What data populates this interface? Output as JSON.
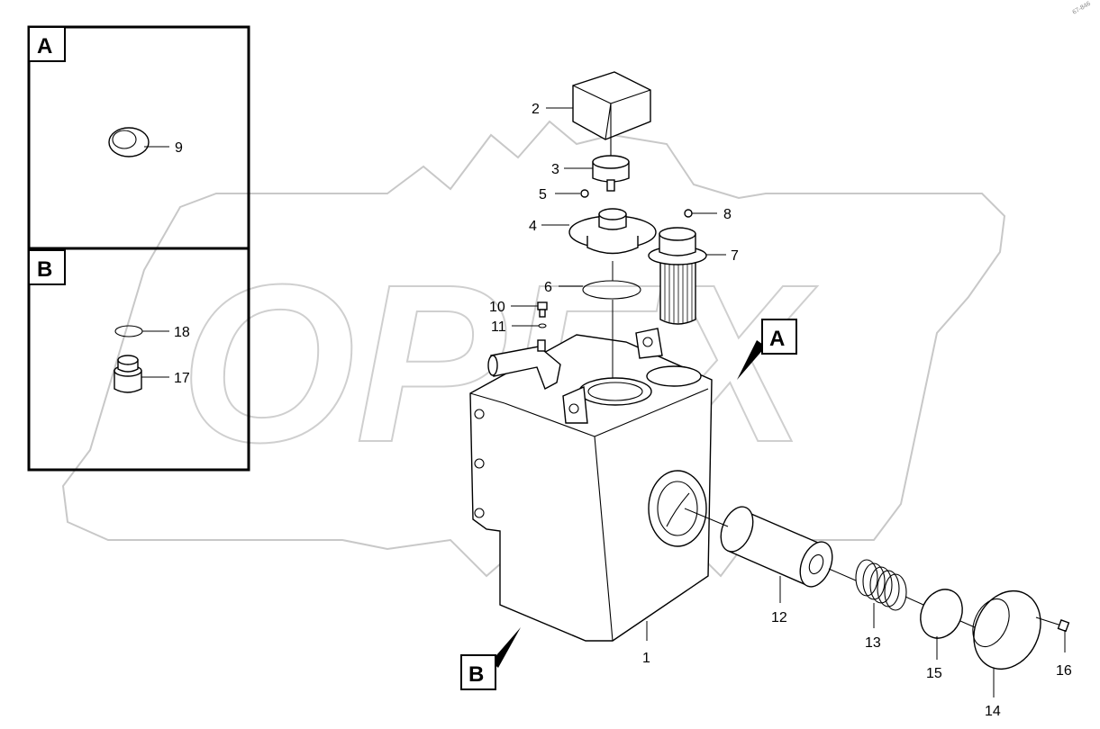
{
  "watermark": "OPEX",
  "detail_boxes": [
    {
      "letter": "A",
      "parts": [
        "9"
      ]
    },
    {
      "letter": "B",
      "parts": [
        "18",
        "17"
      ]
    }
  ],
  "callouts": {
    "a": "A",
    "b": "B"
  },
  "part_labels": [
    "1",
    "2",
    "3",
    "4",
    "5",
    "6",
    "7",
    "8",
    "9",
    "10",
    "11",
    "12",
    "13",
    "14",
    "15",
    "16",
    "17",
    "18"
  ],
  "corner_mark": "67-846"
}
